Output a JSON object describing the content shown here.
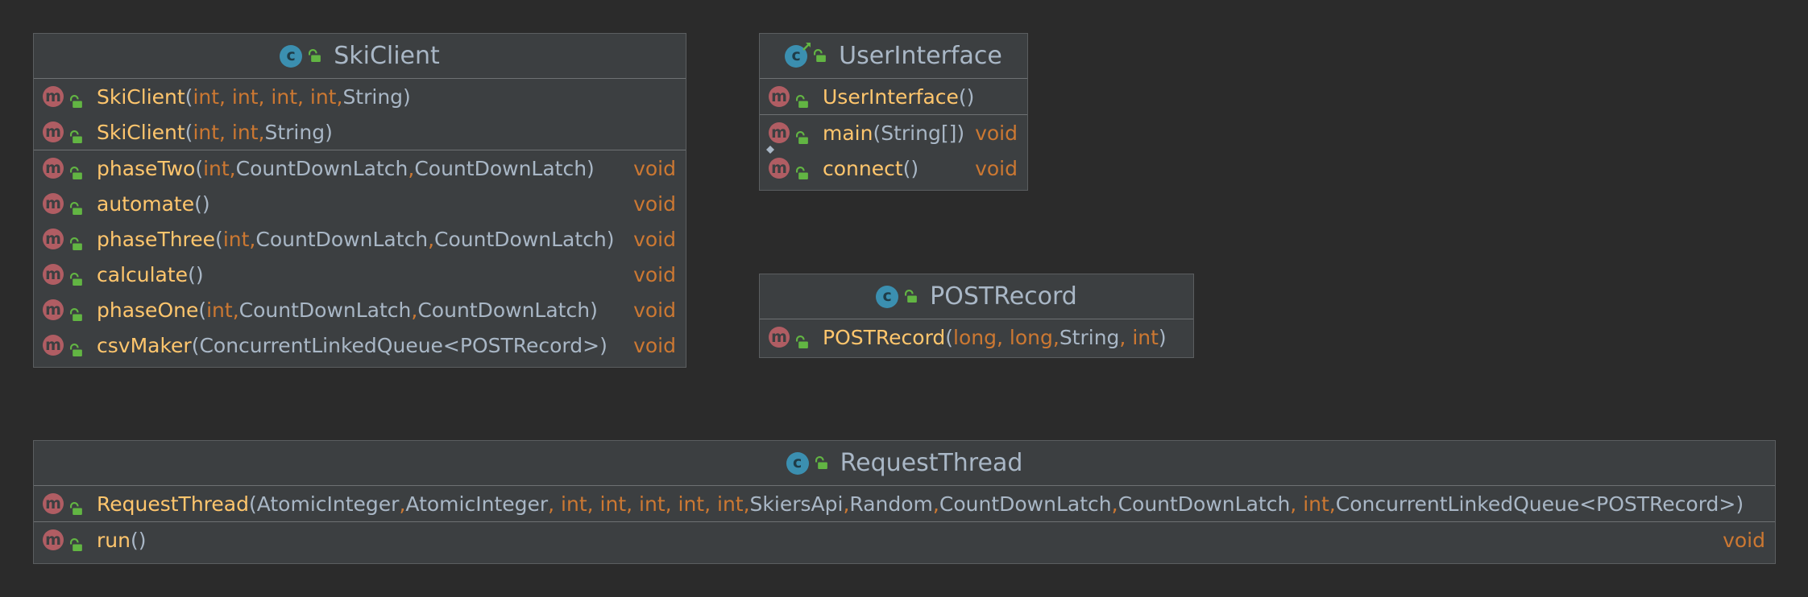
{
  "classes": [
    {
      "id": "skiclient",
      "name": "SkiClient",
      "icon": "class-icon",
      "sections": [
        {
          "rows": [
            {
              "name": "SkiClient",
              "params": [
                {
                  "t": "(",
                  "k": "p"
                },
                {
                  "t": "int, int, int, int, ",
                  "k": "pt"
                },
                {
                  "t": "String)",
                  "k": "p"
                }
              ],
              "ret": ""
            },
            {
              "name": "SkiClient",
              "params": [
                {
                  "t": "(",
                  "k": "p"
                },
                {
                  "t": "int, int, ",
                  "k": "pt"
                },
                {
                  "t": "String)",
                  "k": "p"
                }
              ],
              "ret": ""
            }
          ]
        },
        {
          "rows": [
            {
              "name": "phaseTwo",
              "params": [
                {
                  "t": "(",
                  "k": "p"
                },
                {
                  "t": "int, ",
                  "k": "pt"
                },
                {
                  "t": "CountDownLatch",
                  "k": "p"
                },
                {
                  "t": ", ",
                  "k": "pt"
                },
                {
                  "t": "CountDownLatch)",
                  "k": "p"
                }
              ],
              "ret": "void"
            },
            {
              "name": "automate",
              "params": [
                {
                  "t": "()",
                  "k": "p"
                }
              ],
              "ret": "void"
            },
            {
              "name": "phaseThree",
              "params": [
                {
                  "t": "(",
                  "k": "p"
                },
                {
                  "t": "int, ",
                  "k": "pt"
                },
                {
                  "t": "CountDownLatch",
                  "k": "p"
                },
                {
                  "t": ", ",
                  "k": "pt"
                },
                {
                  "t": "CountDownLatch)",
                  "k": "p"
                }
              ],
              "ret": "void"
            },
            {
              "name": "calculate",
              "params": [
                {
                  "t": "()",
                  "k": "p"
                }
              ],
              "ret": "void"
            },
            {
              "name": "phaseOne",
              "params": [
                {
                  "t": "(",
                  "k": "p"
                },
                {
                  "t": "int, ",
                  "k": "pt"
                },
                {
                  "t": "CountDownLatch",
                  "k": "p"
                },
                {
                  "t": ", ",
                  "k": "pt"
                },
                {
                  "t": "CountDownLatch)",
                  "k": "p"
                }
              ],
              "ret": "void"
            },
            {
              "name": "csvMaker",
              "params": [
                {
                  "t": "(ConcurrentLinkedQueue<POSTRecord>)",
                  "k": "p"
                }
              ],
              "ret": "void"
            }
          ]
        }
      ]
    },
    {
      "id": "userinterface",
      "name": "UserInterface",
      "icon": "main-class-icon",
      "sections": [
        {
          "rows": [
            {
              "name": "UserInterface",
              "params": [
                {
                  "t": "()",
                  "k": "p"
                }
              ],
              "ret": ""
            }
          ]
        },
        {
          "rows": [
            {
              "name": "main",
              "params": [
                {
                  "t": "(String[])",
                  "k": "p"
                }
              ],
              "ret": "void",
              "static": true
            },
            {
              "name": "connect",
              "params": [
                {
                  "t": "()",
                  "k": "p"
                }
              ],
              "ret": "void"
            }
          ]
        }
      ]
    },
    {
      "id": "postrecord",
      "name": "POSTRecord",
      "icon": "class-icon",
      "sections": [
        {
          "rows": [
            {
              "name": "POSTRecord",
              "params": [
                {
                  "t": "(",
                  "k": "p"
                },
                {
                  "t": "long, long, ",
                  "k": "pt"
                },
                {
                  "t": "String",
                  "k": "p"
                },
                {
                  "t": ", int",
                  "k": "pt"
                },
                {
                  "t": ")",
                  "k": "p"
                }
              ],
              "ret": ""
            }
          ]
        }
      ]
    },
    {
      "id": "requestthread",
      "name": "RequestThread",
      "icon": "class-icon",
      "sections": [
        {
          "rows": [
            {
              "name": "RequestThread",
              "params": [
                {
                  "t": "(AtomicInteger",
                  "k": "p"
                },
                {
                  "t": ", ",
                  "k": "pt"
                },
                {
                  "t": "AtomicInteger",
                  "k": "p"
                },
                {
                  "t": ", int, int, int, int, int, ",
                  "k": "pt"
                },
                {
                  "t": "SkiersApi",
                  "k": "p"
                },
                {
                  "t": ", ",
                  "k": "pt"
                },
                {
                  "t": "Random",
                  "k": "p"
                },
                {
                  "t": ", ",
                  "k": "pt"
                },
                {
                  "t": "CountDownLatch",
                  "k": "p"
                },
                {
                  "t": ", ",
                  "k": "pt"
                },
                {
                  "t": "CountDownLatch",
                  "k": "p"
                },
                {
                  "t": ", int, ",
                  "k": "pt"
                },
                {
                  "t": "ConcurrentLinkedQueue<POSTRecord>)",
                  "k": "p"
                }
              ],
              "ret": ""
            }
          ]
        },
        {
          "rows": [
            {
              "name": "run",
              "params": [
                {
                  "t": "()",
                  "k": "p"
                }
              ],
              "ret": "void"
            }
          ]
        }
      ]
    }
  ],
  "colors": {
    "background": "#2b2b2b",
    "box": "#3c3f41",
    "method_name": "#ffc66d",
    "keyword": "#cc7832",
    "text": "#a9b7c6",
    "method_icon": "#b05d63",
    "class_icon": "#3b8fb0",
    "lock_icon": "#62b543"
  },
  "icon_glyphs": {
    "method": "m",
    "class": "c"
  }
}
